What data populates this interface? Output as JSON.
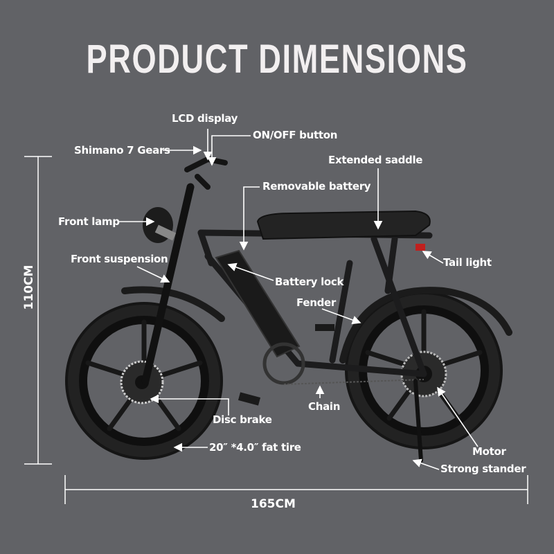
{
  "title": "PRODUCT DIMENSIONS",
  "colors": {
    "background": "#616266",
    "text": "#ffffff",
    "title": "#f2eff0",
    "bike_body": "#1c1c1d",
    "tail_light": "#c0201e"
  },
  "dimensions": {
    "height": "110CM",
    "length": "165CM"
  },
  "callouts": {
    "lcd_display": "LCD display",
    "on_off_button": "ON/OFF button",
    "shimano_gears": "Shimano 7 Gears",
    "extended_saddle": "Extended saddle",
    "removable_battery": "Removable battery",
    "front_lamp": "Front lamp",
    "front_suspension": "Front suspension",
    "tail_light": "Tail light",
    "battery_lock": "Battery lock",
    "fender": "Fender",
    "disc_brake": "Disc brake",
    "chain": "Chain",
    "fat_tire": "20″ *4.0″ fat tire",
    "motor": "Motor",
    "strong_stander": "Strong stander"
  }
}
